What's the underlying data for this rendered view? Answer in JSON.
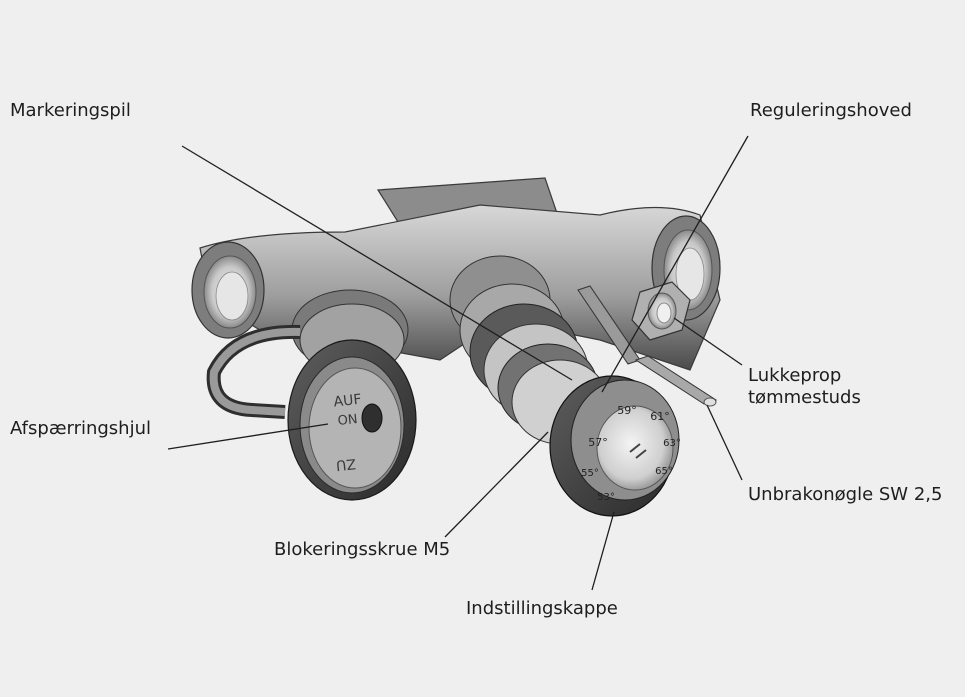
{
  "labels": {
    "markeringspil": "Markeringspil",
    "reguleringshoved": "Reguleringshoved",
    "afspaerringshjul": "Afspærringshjul",
    "lukkeprop_line1": "Lukkeprop",
    "lukkeprop_line2": "tømmestuds",
    "unbrakonoegle": "Unbrakonøgle SW 2,5",
    "blokeringsskrue": "Blokeringsskrue M5",
    "indstillingskappe": "Indstillingskappe"
  },
  "valve_markings": {
    "wheel_text_top": "AUF",
    "wheel_text_mid": "ON",
    "wheel_text_bottom": "ZU",
    "dial_numbers": [
      "57°",
      "59°",
      "61°",
      "63°",
      "65°",
      "55°",
      "53°"
    ]
  },
  "colors": {
    "panel_background": "#efefef",
    "valve_light": "#d4d4d4",
    "valve_mid": "#9a9a9a",
    "valve_dark": "#4a4a4a",
    "leader_line": "#1e1e1e"
  }
}
